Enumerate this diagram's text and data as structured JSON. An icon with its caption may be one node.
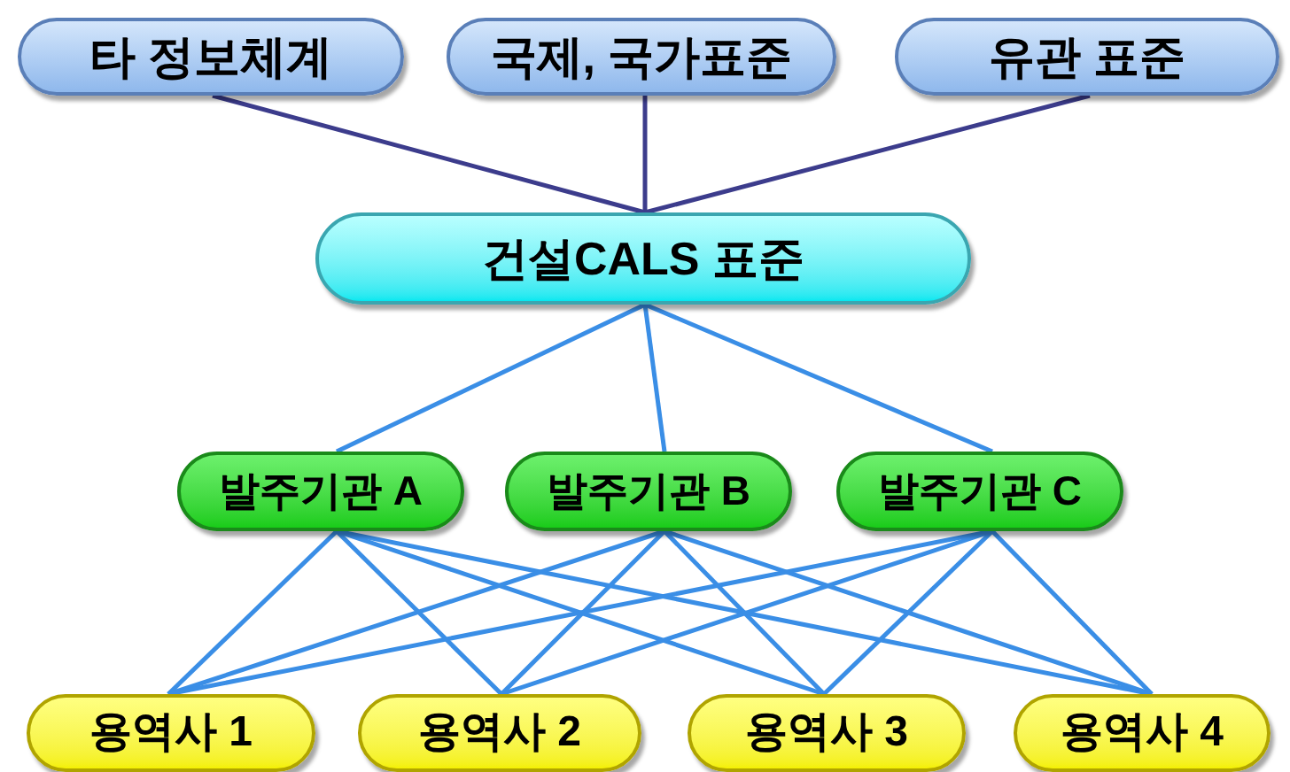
{
  "diagram": {
    "nodes": [
      {
        "text": [
          "타 정보체계"
        ]
      },
      {
        "text": [
          "국제, 국가표준"
        ]
      },
      {
        "text": [
          "유관 표준"
        ]
      },
      {
        "text": [
          "건설CALS 표준"
        ]
      },
      {
        "text": [
          "발주기관 A"
        ]
      },
      {
        "text": [
          "발주기관 B"
        ]
      },
      {
        "text": [
          "발주기관 C"
        ]
      },
      {
        "text": [
          "용역사 1"
        ]
      },
      {
        "text": [
          "용역사 2"
        ]
      },
      {
        "text": [
          "용역사 3"
        ]
      },
      {
        "text": [
          "용역사 4"
        ]
      }
    ],
    "edges": [
      {
        "from": 0,
        "to": 3,
        "arrow": "none",
        "color": "#3c3c8c"
      },
      {
        "from": 1,
        "to": 3,
        "arrow": "none",
        "color": "#3c3c8c"
      },
      {
        "from": 2,
        "to": 3,
        "arrow": "none",
        "color": "#3c3c8c"
      },
      {
        "from": 3,
        "to": 4,
        "arrow": "none"
      },
      {
        "from": 3,
        "to": 5,
        "arrow": "none"
      },
      {
        "from": 3,
        "to": 6,
        "arrow": "none"
      },
      {
        "from": 4,
        "to": 7,
        "arrow": "none"
      },
      {
        "from": 4,
        "to": 8,
        "arrow": "none"
      },
      {
        "from": 4,
        "to": 9,
        "arrow": "none"
      },
      {
        "from": 4,
        "to": 10,
        "arrow": "none"
      },
      {
        "from": 5,
        "to": 7,
        "arrow": "none"
      },
      {
        "from": 5,
        "to": 8,
        "arrow": "none"
      },
      {
        "from": 5,
        "to": 9,
        "arrow": "none"
      },
      {
        "from": 5,
        "to": 10,
        "arrow": "none"
      },
      {
        "from": 6,
        "to": 7,
        "arrow": "none"
      },
      {
        "from": 6,
        "to": 8,
        "arrow": "none"
      },
      {
        "from": 6,
        "to": 9,
        "arrow": "none"
      },
      {
        "from": 6,
        "to": 10,
        "arrow": "none"
      }
    ]
  }
}
